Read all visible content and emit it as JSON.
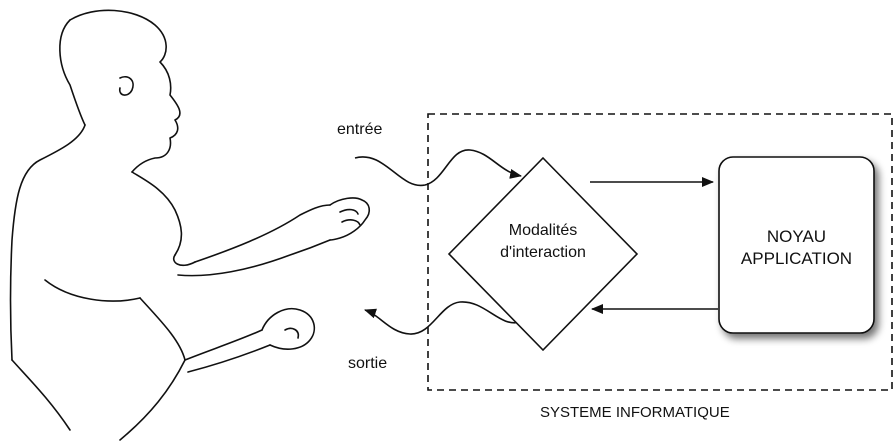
{
  "labels": {
    "input": "entrée",
    "output": "sortie",
    "modalities_line1": "Modalités",
    "modalities_line2": "d'interaction",
    "core_line1": "NOYAU",
    "core_line2": "APPLICATION",
    "system": "SYSTEME INFORMATIQUE"
  },
  "colors": {
    "stroke": "#111111",
    "background": "#ffffff",
    "shadow": "#888888"
  },
  "icons": {
    "person": "person-gesturing-illustration"
  }
}
